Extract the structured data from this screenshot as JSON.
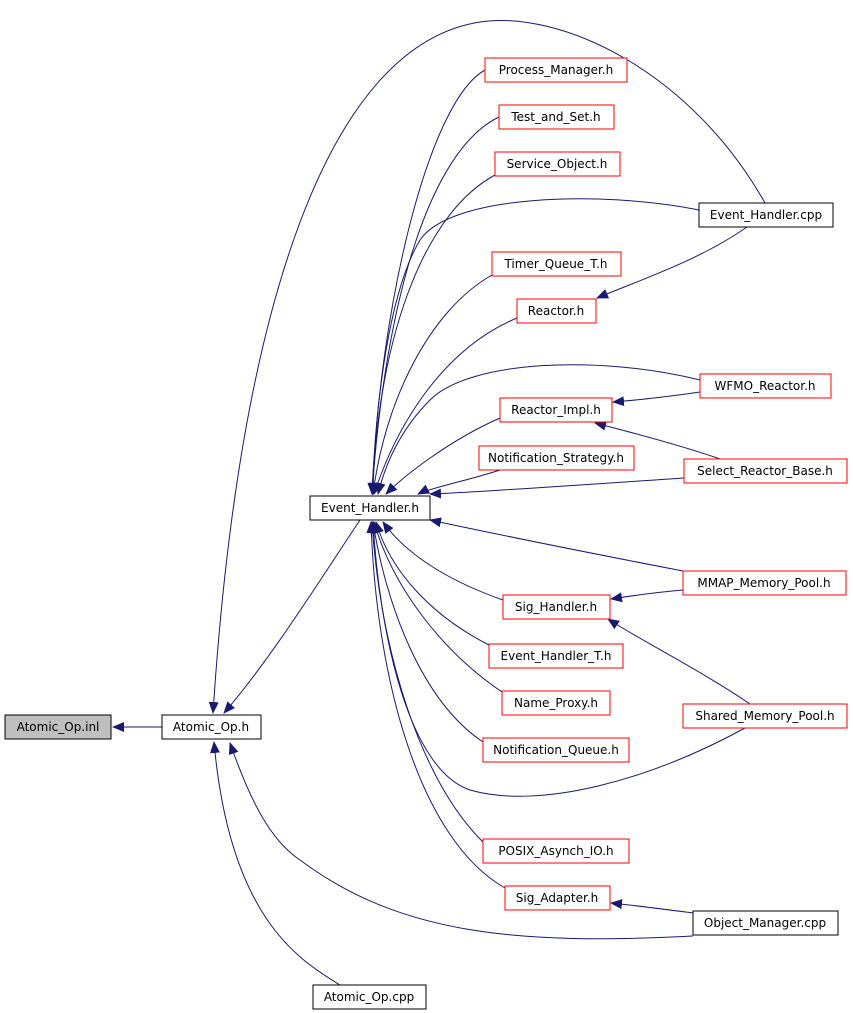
{
  "colors": {
    "edge": "#191970",
    "node_fill": "#ffffff",
    "node_fill_selected": "#bfbfbf",
    "border_black": "#000000",
    "border_red": "#ff0000"
  },
  "nodes": {
    "atomic_op_inl": {
      "label": "Atomic_Op.inl",
      "border": "black",
      "selected": true
    },
    "atomic_op_h": {
      "label": "Atomic_Op.h",
      "border": "black"
    },
    "atomic_op_cpp": {
      "label": "Atomic_Op.cpp",
      "border": "black"
    },
    "event_handler_h": {
      "label": "Event_Handler.h",
      "border": "black"
    },
    "process_manager_h": {
      "label": "Process_Manager.h",
      "border": "red"
    },
    "test_and_set_h": {
      "label": "Test_and_Set.h",
      "border": "red"
    },
    "service_object_h": {
      "label": "Service_Object.h",
      "border": "red"
    },
    "event_handler_cpp": {
      "label": "Event_Handler.cpp",
      "border": "black"
    },
    "timer_queue_t_h": {
      "label": "Timer_Queue_T.h",
      "border": "red"
    },
    "reactor_h": {
      "label": "Reactor.h",
      "border": "red"
    },
    "wfmo_reactor_h": {
      "label": "WFMO_Reactor.h",
      "border": "red"
    },
    "reactor_impl_h": {
      "label": "Reactor_Impl.h",
      "border": "red"
    },
    "notification_strategy_h": {
      "label": "Notification_Strategy.h",
      "border": "red"
    },
    "select_reactor_base_h": {
      "label": "Select_Reactor_Base.h",
      "border": "red"
    },
    "mmap_memory_pool_h": {
      "label": "MMAP_Memory_Pool.h",
      "border": "red"
    },
    "sig_handler_h": {
      "label": "Sig_Handler.h",
      "border": "red"
    },
    "event_handler_t_h": {
      "label": "Event_Handler_T.h",
      "border": "red"
    },
    "name_proxy_h": {
      "label": "Name_Proxy.h",
      "border": "red"
    },
    "shared_memory_pool_h": {
      "label": "Shared_Memory_Pool.h",
      "border": "red"
    },
    "notification_queue_h": {
      "label": "Notification_Queue.h",
      "border": "red"
    },
    "posix_asynch_io_h": {
      "label": "POSIX_Asynch_IO.h",
      "border": "red"
    },
    "sig_adapter_h": {
      "label": "Sig_Adapter.h",
      "border": "red"
    },
    "object_manager_cpp": {
      "label": "Object_Manager.cpp",
      "border": "black"
    }
  },
  "edges": [
    {
      "from": "atomic_op_h",
      "to": "atomic_op_inl"
    },
    {
      "from": "event_handler_h",
      "to": "atomic_op_h"
    },
    {
      "from": "event_handler_cpp",
      "to": "atomic_op_h"
    },
    {
      "from": "atomic_op_cpp",
      "to": "atomic_op_h"
    },
    {
      "from": "object_manager_cpp",
      "to": "atomic_op_h"
    },
    {
      "from": "process_manager_h",
      "to": "event_handler_h"
    },
    {
      "from": "test_and_set_h",
      "to": "event_handler_h"
    },
    {
      "from": "service_object_h",
      "to": "event_handler_h"
    },
    {
      "from": "event_handler_cpp",
      "to": "event_handler_h"
    },
    {
      "from": "timer_queue_t_h",
      "to": "event_handler_h"
    },
    {
      "from": "reactor_h",
      "to": "event_handler_h"
    },
    {
      "from": "wfmo_reactor_h",
      "to": "event_handler_h"
    },
    {
      "from": "reactor_impl_h",
      "to": "event_handler_h"
    },
    {
      "from": "notification_strategy_h",
      "to": "event_handler_h"
    },
    {
      "from": "select_reactor_base_h",
      "to": "event_handler_h"
    },
    {
      "from": "mmap_memory_pool_h",
      "to": "event_handler_h"
    },
    {
      "from": "sig_handler_h",
      "to": "event_handler_h"
    },
    {
      "from": "event_handler_t_h",
      "to": "event_handler_h"
    },
    {
      "from": "name_proxy_h",
      "to": "event_handler_h"
    },
    {
      "from": "shared_memory_pool_h",
      "to": "event_handler_h"
    },
    {
      "from": "notification_queue_h",
      "to": "event_handler_h"
    },
    {
      "from": "posix_asynch_io_h",
      "to": "event_handler_h"
    },
    {
      "from": "sig_adapter_h",
      "to": "event_handler_h"
    },
    {
      "from": "event_handler_cpp",
      "to": "reactor_h"
    },
    {
      "from": "wfmo_reactor_h",
      "to": "reactor_impl_h"
    },
    {
      "from": "select_reactor_base_h",
      "to": "reactor_impl_h"
    },
    {
      "from": "mmap_memory_pool_h",
      "to": "sig_handler_h"
    },
    {
      "from": "shared_memory_pool_h",
      "to": "sig_handler_h"
    },
    {
      "from": "object_manager_cpp",
      "to": "sig_adapter_h"
    }
  ]
}
